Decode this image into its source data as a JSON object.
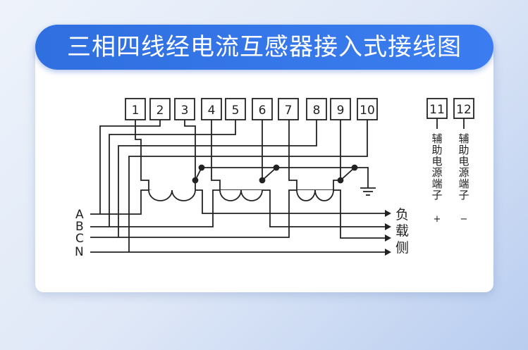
{
  "title": "三相四线经电流互感器接入式接线图",
  "terminals": [
    "1",
    "2",
    "3",
    "4",
    "5",
    "6",
    "7",
    "8",
    "9",
    "10"
  ],
  "aux_terminals": [
    {
      "number": "11",
      "label": [
        "辅",
        "助",
        "电",
        "源",
        "端",
        "子"
      ],
      "polarity": "+"
    },
    {
      "number": "12",
      "label": [
        "辅",
        "助",
        "电",
        "源",
        "端",
        "子"
      ],
      "polarity": "−"
    }
  ],
  "phases": [
    "A",
    "B",
    "C",
    "N"
  ],
  "load_side": [
    "负",
    "载",
    "侧"
  ],
  "colors": {
    "title_bg": "#2f6fe0",
    "line": "#222222"
  }
}
